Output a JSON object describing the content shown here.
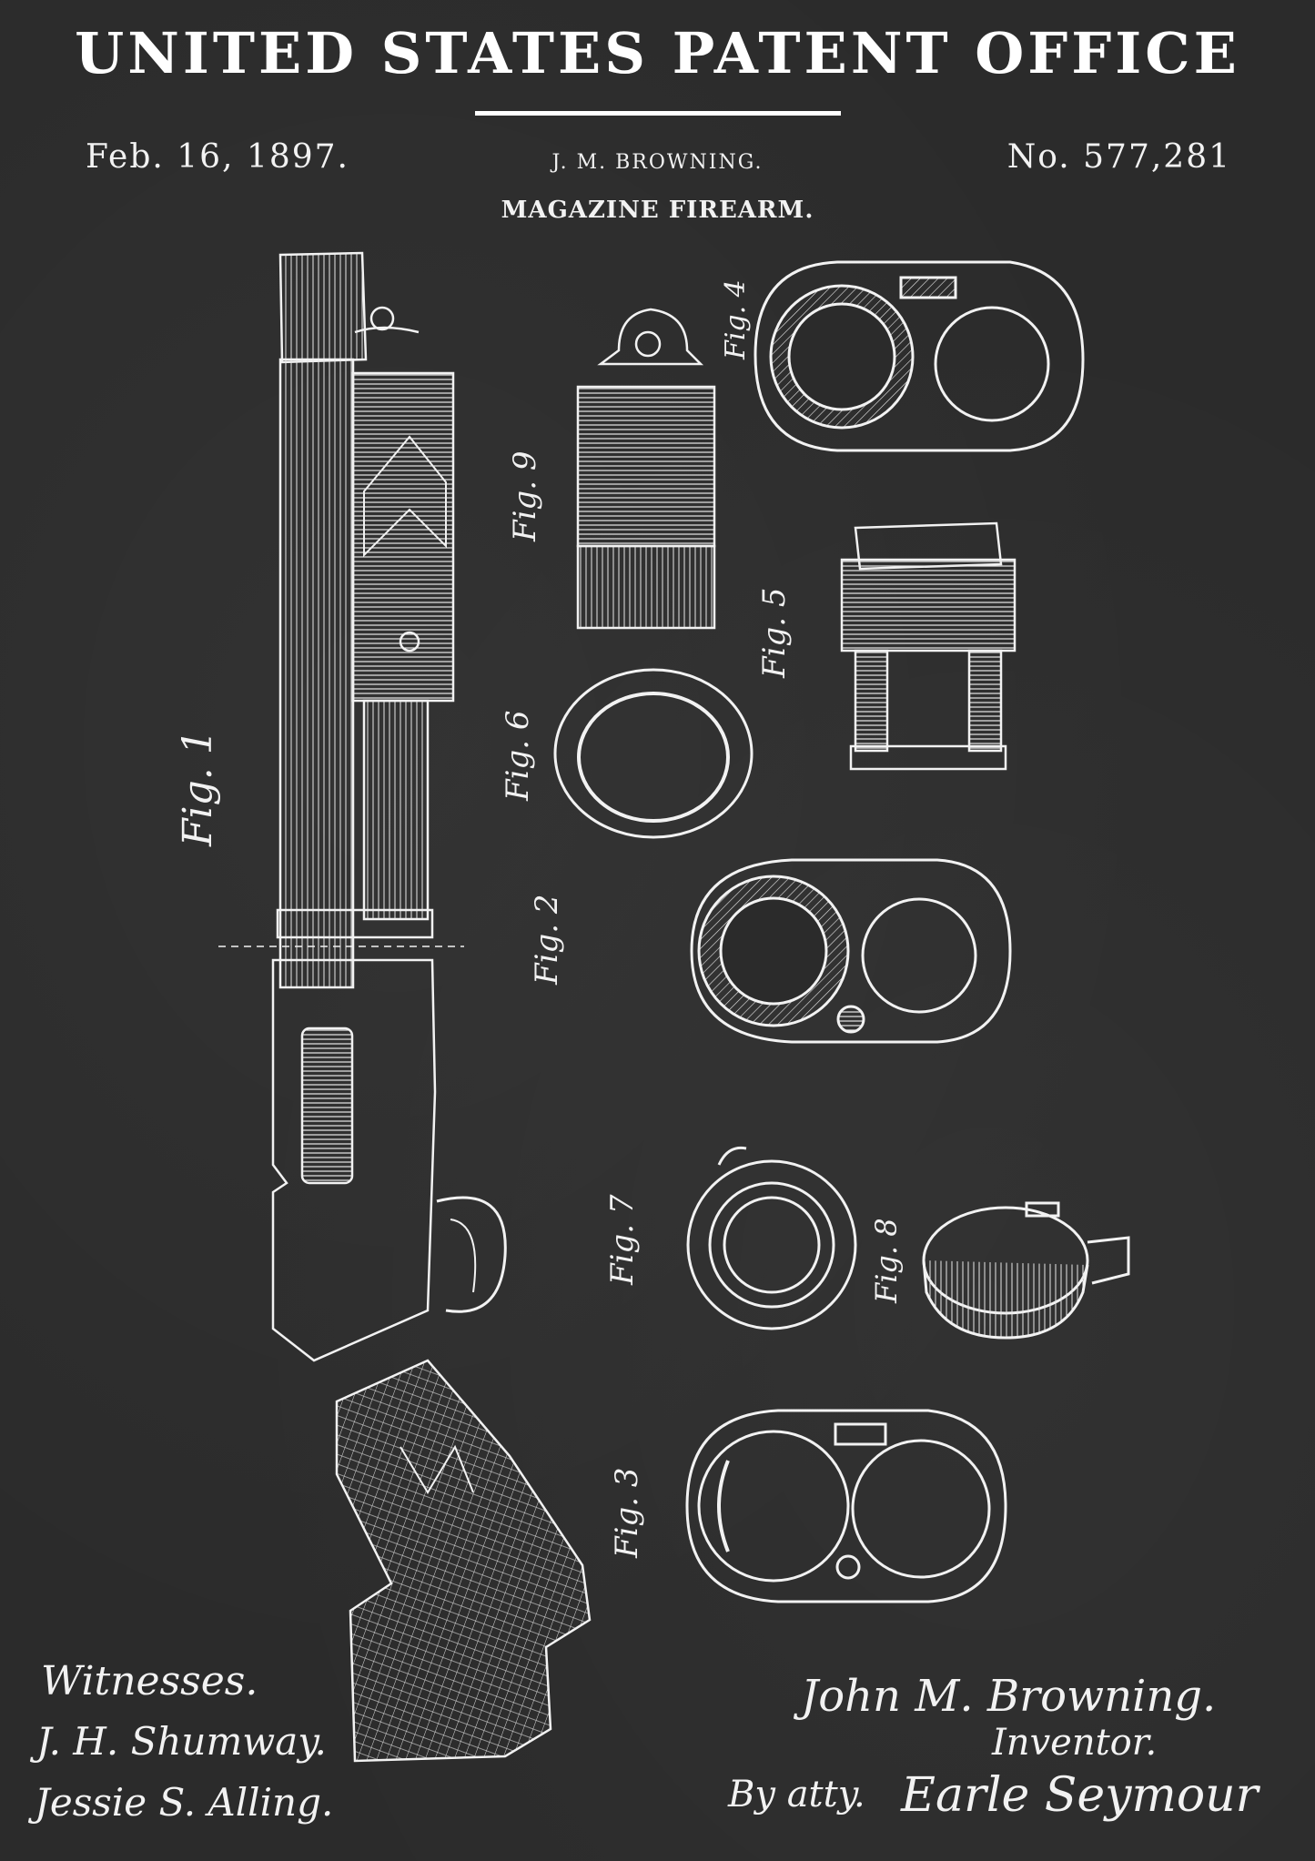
{
  "header": {
    "office": "UNITED STATES PATENT OFFICE",
    "date": "Feb. 16, 1897.",
    "inventor": "J. M. BROWNING.",
    "patent_number": "No. 577,281",
    "subject": "MAGAZINE FIREARM."
  },
  "figures": {
    "fig1": "Fig. 1",
    "fig2": "Fig. 2",
    "fig3": "Fig. 3",
    "fig4": "Fig. 4",
    "fig5": "Fig. 5",
    "fig6": "Fig. 6",
    "fig7": "Fig. 7",
    "fig8": "Fig. 8",
    "fig9": "Fig. 9"
  },
  "signatures": {
    "witnesses_heading": "Witnesses.",
    "witness_1": "J. H. Shumway.",
    "witness_2": "Jessie S. Alling.",
    "inventor_signature": "John M. Browning.",
    "inventor_caption": "Inventor.",
    "attorney_prefix": "By atty.",
    "attorney_signature": "Earle Seymour"
  },
  "colors": {
    "background": "#2b2b2b",
    "ink": "#f2f2f2"
  }
}
